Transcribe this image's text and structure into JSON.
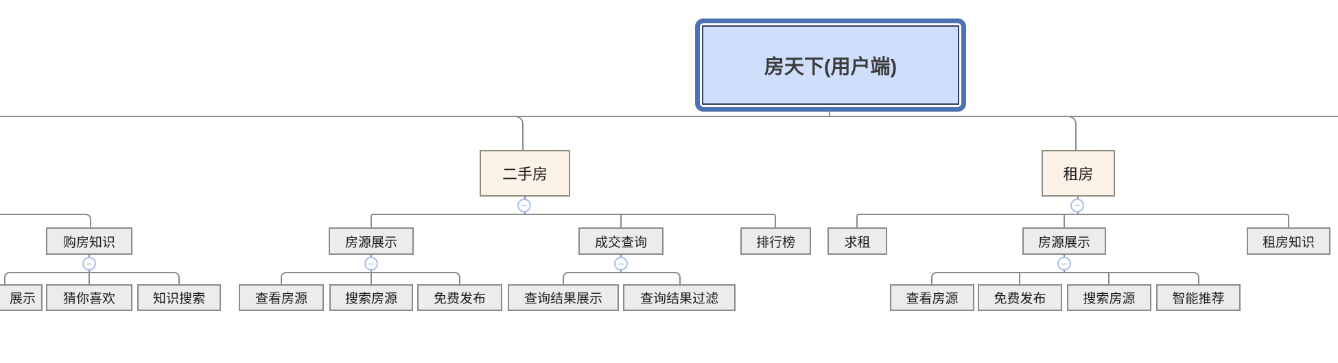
{
  "diagram": {
    "root": {
      "label": "房天下(用户端)"
    },
    "collapse_icon": "−",
    "colors": {
      "line": "#8a8a8a",
      "root_fill": "#cfdffb",
      "root_outer_border": "#4d71b5",
      "root_inner_border": "#2f3f63",
      "branch_fill": "#fdf2e7",
      "branch_border": "#8f8a80",
      "node_fill": "#ececec",
      "node_border": "#8a8a8a",
      "collapse_border": "#a9bfe9",
      "collapse_glyph": "#8296c6",
      "text": "#1b1b1b"
    },
    "branches": {
      "left_partial": {
        "node": {
          "label": "购房知识"
        },
        "children": [
          {
            "label": "展示"
          },
          {
            "label": "猜你喜欢"
          },
          {
            "label": "知识搜索"
          }
        ]
      },
      "ershoufang": {
        "label": "二手房",
        "children": [
          {
            "label": "房源展示",
            "children": [
              {
                "label": "查看房源"
              },
              {
                "label": "搜索房源"
              },
              {
                "label": "免费发布"
              }
            ]
          },
          {
            "label": "成交查询",
            "children": [
              {
                "label": "查询结果展示"
              },
              {
                "label": "查询结果过滤"
              }
            ]
          },
          {
            "label": "排行榜"
          }
        ]
      },
      "zufang": {
        "label": "租房",
        "children": [
          {
            "label": "求租"
          },
          {
            "label": "房源展示",
            "children": [
              {
                "label": "查看房源"
              },
              {
                "label": "免费发布"
              },
              {
                "label": "搜索房源"
              },
              {
                "label": "智能推荐"
              }
            ]
          },
          {
            "label": "租房知识"
          }
        ]
      }
    }
  }
}
